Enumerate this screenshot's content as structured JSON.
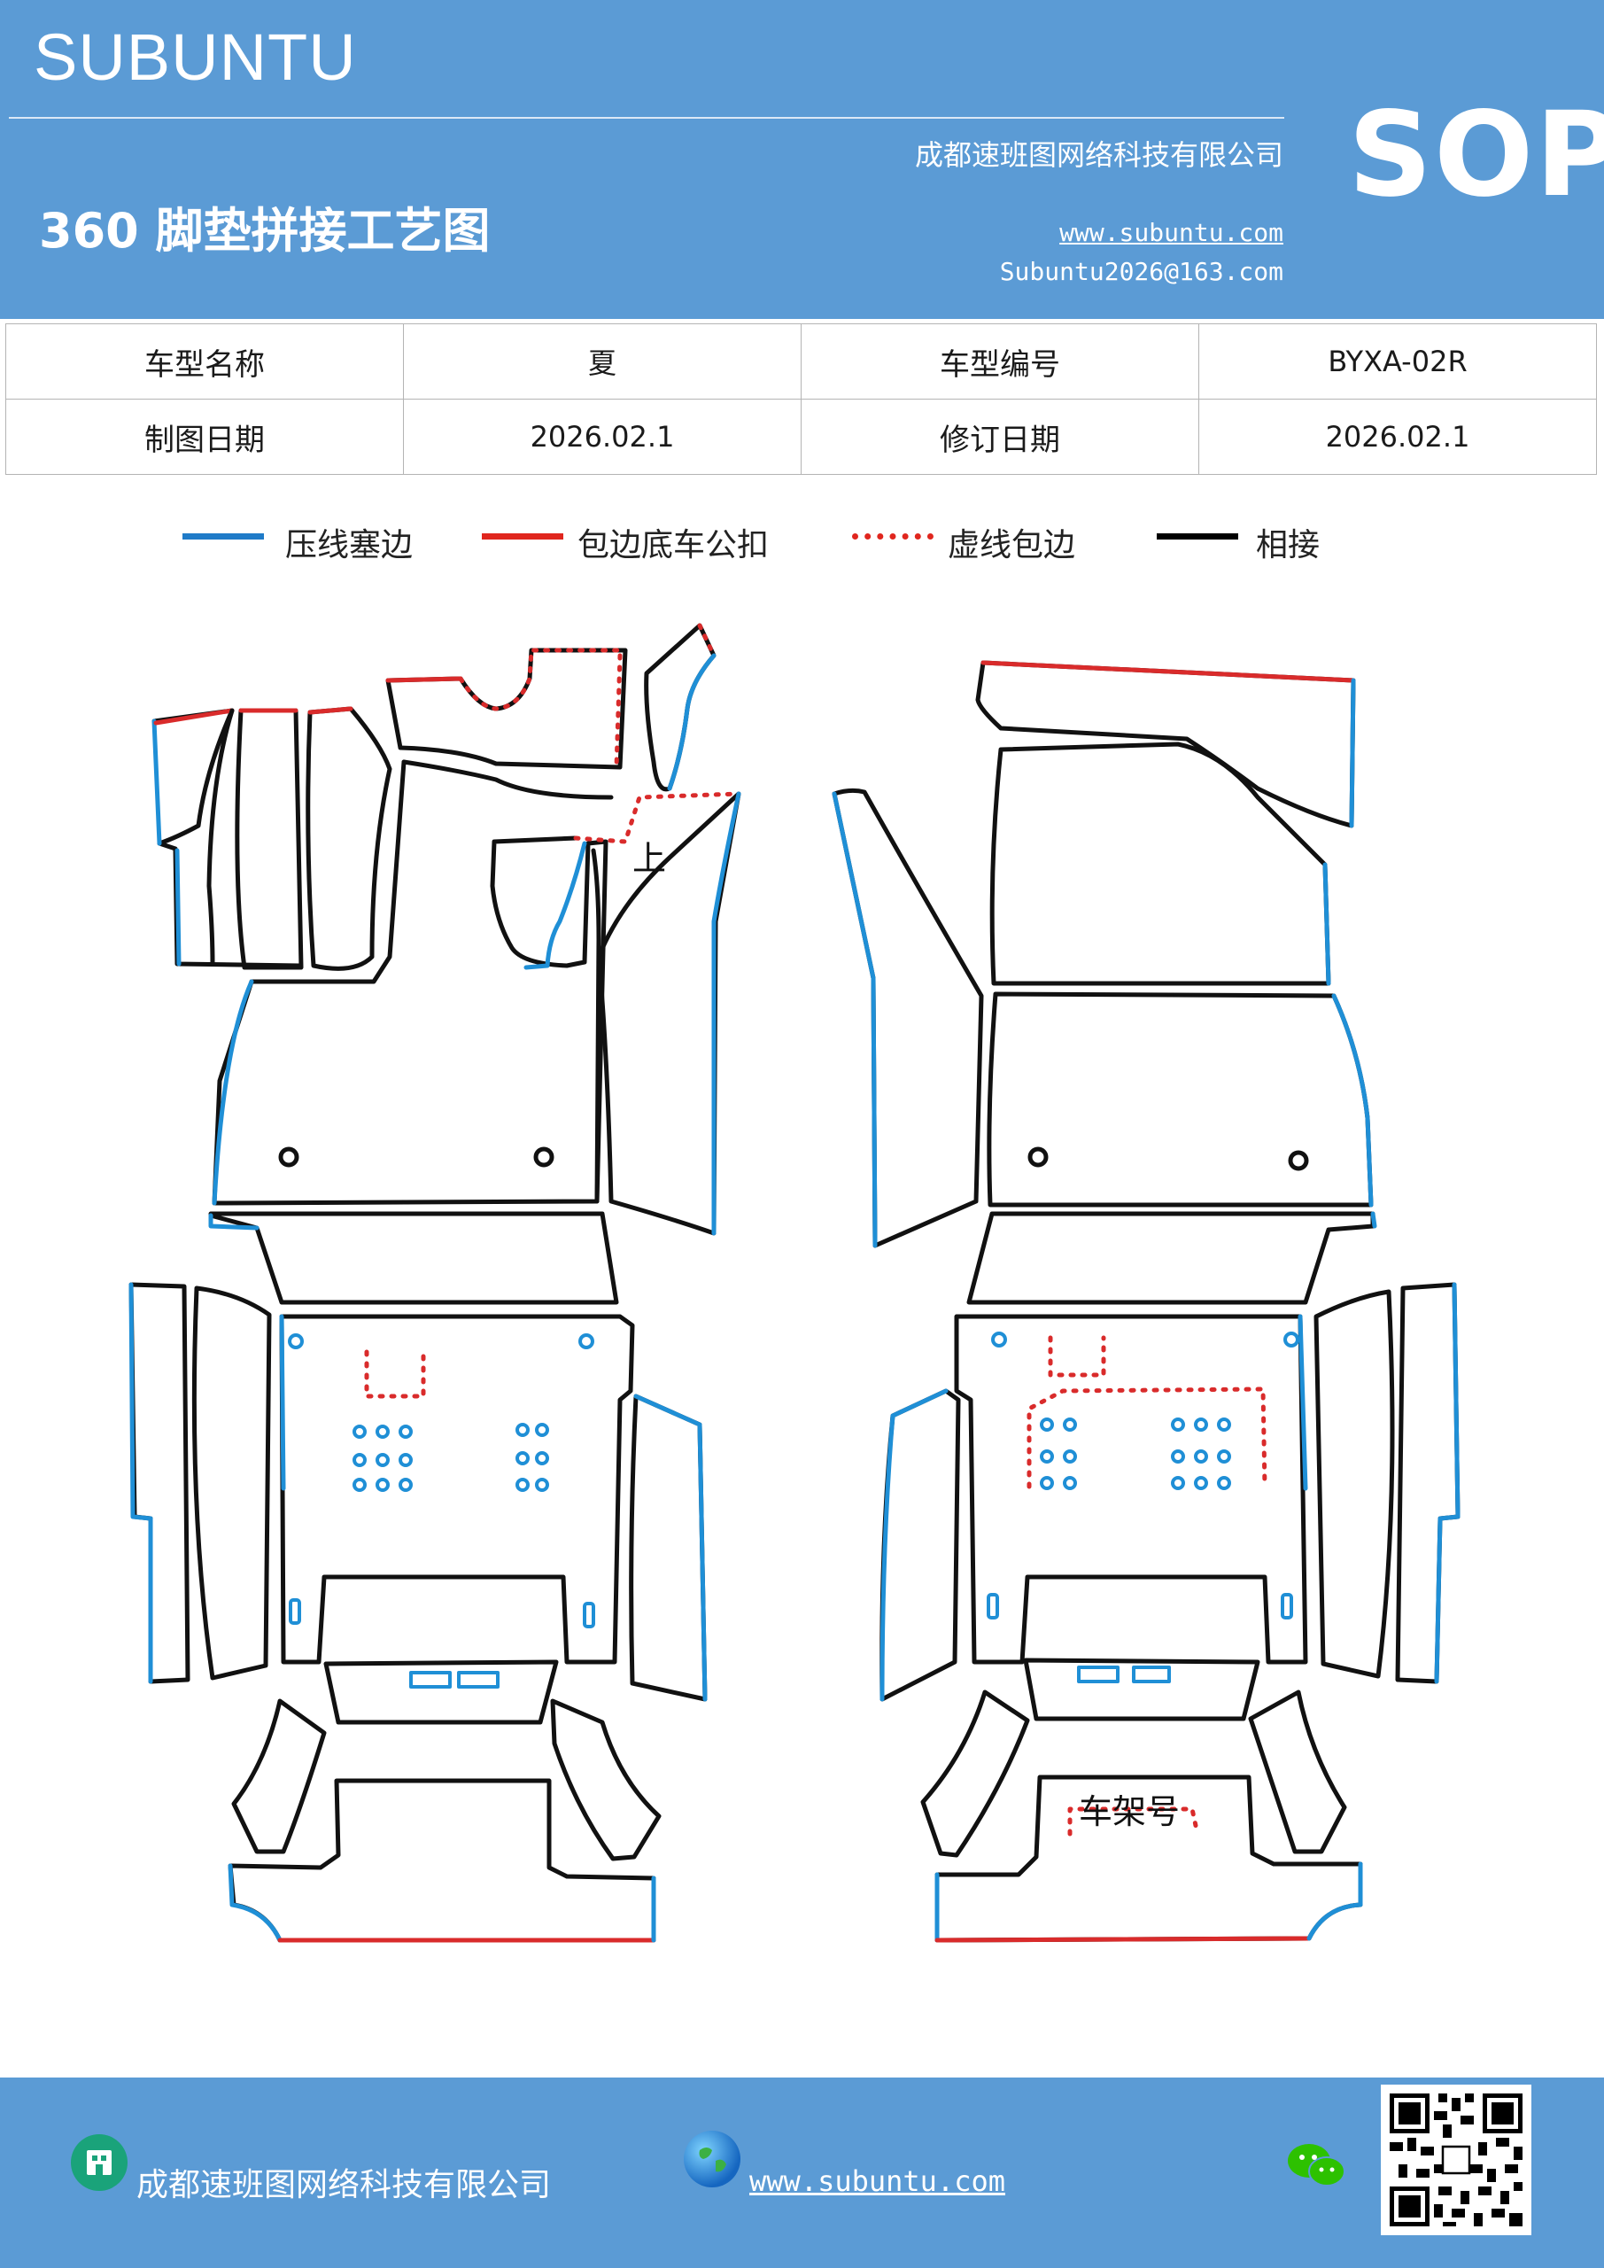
{
  "header": {
    "brand": "SUBUNTU",
    "company": "成都速班图网络科技有限公司",
    "title": "360 脚垫拼接工艺图",
    "website": "www.subuntu.com",
    "email": "Subuntu2026@163.com",
    "badge": "SOP"
  },
  "info_table": {
    "rows": [
      [
        "车型名称",
        "夏",
        "车型编号",
        "BYXA-02R"
      ],
      [
        "制图日期",
        "2026.02.1",
        "修订日期",
        "2026.02.1"
      ]
    ]
  },
  "legend": [
    {
      "label": "压线塞边",
      "color": "#1f7bc8",
      "style": "solid"
    },
    {
      "label": "包边底车公扣",
      "color": "#e0261e",
      "style": "solid"
    },
    {
      "label": "虚线包边",
      "color": "#e0261e",
      "style": "dotted"
    },
    {
      "label": "相接",
      "color": "#000000",
      "style": "solid"
    }
  ],
  "diagram": {
    "label_up": "上",
    "label_frame": "车架号"
  },
  "colors": {
    "header_bg": "#5b9bd5",
    "blue_edge": "#1f8fd6",
    "red_edge": "#d92b2b",
    "black_edge": "#111111"
  },
  "footer": {
    "company": "成都速班图网络科技有限公司",
    "website": "www.subuntu.com",
    "icons": [
      "building-icon",
      "globe-icon",
      "wechat-icon",
      "qr-code"
    ]
  }
}
